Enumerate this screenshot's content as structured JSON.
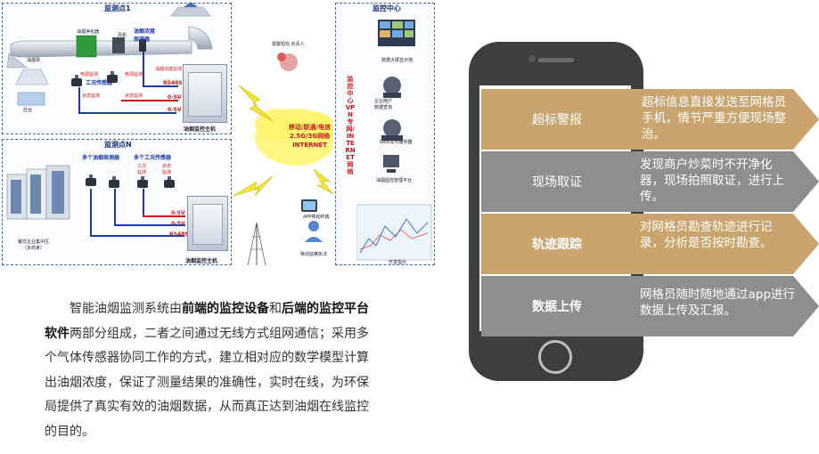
{
  "diagram": {
    "site1": {
      "title": "监测点1",
      "labels": {
        "fan": "风机",
        "hood": "油烟罩",
        "stove": "灶台",
        "filter": "油烟净化器",
        "detector": "油烟浓度\n探测器",
        "condition_sensor": "工况传感器",
        "power_monitor": "电源监测",
        "status_monitor": "状态监测",
        "power_monitor2": "电源监测",
        "status_monitor2": "状态监测",
        "conc_monitor": "油烟浓度监测",
        "rs485": "RS485",
        "v1": "0-5V",
        "v2": "0-5V",
        "host": "油烟监控主机"
      }
    },
    "siteN": {
      "title": "监测点N",
      "labels": {
        "multi_detector": "多个油烟探测器",
        "multi_condition": "多个工况传感器",
        "power_monitor": "工况\n监测",
        "status_monitor": "状态\n监测",
        "rs485": "RS485",
        "v1": "0-5V",
        "v2": "0-5V",
        "canteen": "餐饮企业集中区\n（多商家）",
        "host": "油烟监控主机"
      }
    },
    "network": {
      "alarm": "报警短信  负责人",
      "cloud_line1": "移动/联通/电信",
      "cloud_line2": "2.5G/3G网络",
      "cloud_line3": "INTERNET",
      "vertical": "监控中心VPN专网/INTERNET网络",
      "app": "APP移动终端",
      "mobile_law": "移动监察执法"
    },
    "center": {
      "title": "监控中心",
      "items": [
        "数据大屏显示墙",
        "企业用户\n数据查询",
        "WEB发布服务器",
        "油烟监控管理平台"
      ],
      "chart_caption": "开发指示"
    }
  },
  "description": {
    "p1": "智能油烟监测系统由",
    "b1": "前端的监控设备",
    "p2": "和",
    "b2": "后端的监控平台软件",
    "p3": "两部分组成，二者之间通过无线方式组网通信；采用多个气体传感器协同工作的方式，建立相对应的数学模型计算出油烟浓度，保证了测量结果的准确性，实时在线，为环保局提供了真实有效的油烟数据，从而真正达到油烟在线监控的目的。"
  },
  "features": [
    {
      "label": "超标警报",
      "text": "超标信息直接发送至网格员手机，情节严重方便现场整治。"
    },
    {
      "label": "现场取证",
      "text": "发现商户炒菜时不开净化器，现场拍照取证，进行上传。"
    },
    {
      "label": "轨迹跟踪",
      "text": "对网格员勘查轨迹进行记录，分析是否按时勘查。"
    },
    {
      "label": "数据上传",
      "text": "网格员随时随地通过app进行数据上传及汇报。"
    }
  ],
  "colors": {
    "gold": "#c9a46e",
    "gray": "#8e8e8e",
    "phone": "#3e3e3e",
    "panel_border": "#4a63b8",
    "network_red": "#c41a1a"
  }
}
